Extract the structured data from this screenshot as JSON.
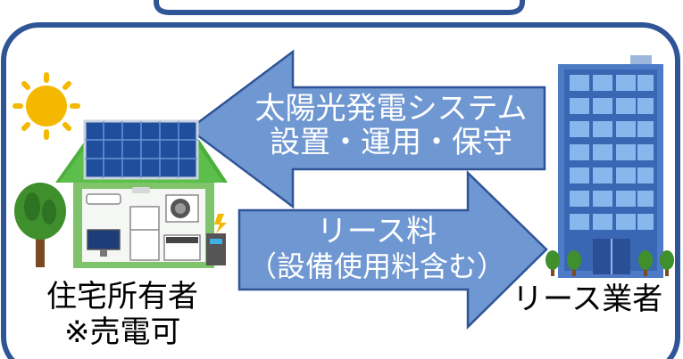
{
  "diagram": {
    "left_arrow": {
      "line1": "太陽光発電システム",
      "line2": "設置・運用・保守"
    },
    "right_arrow": {
      "line1": "リース料",
      "line2": "（設備使用料含む）"
    },
    "owner": {
      "name": "住宅所有者",
      "note": "※売電可"
    },
    "company": {
      "name": "リース業者"
    }
  },
  "colors": {
    "frame": "#2f5597",
    "arrow_fill": "#6f97d1",
    "arrow_stroke": "#2f5597"
  }
}
